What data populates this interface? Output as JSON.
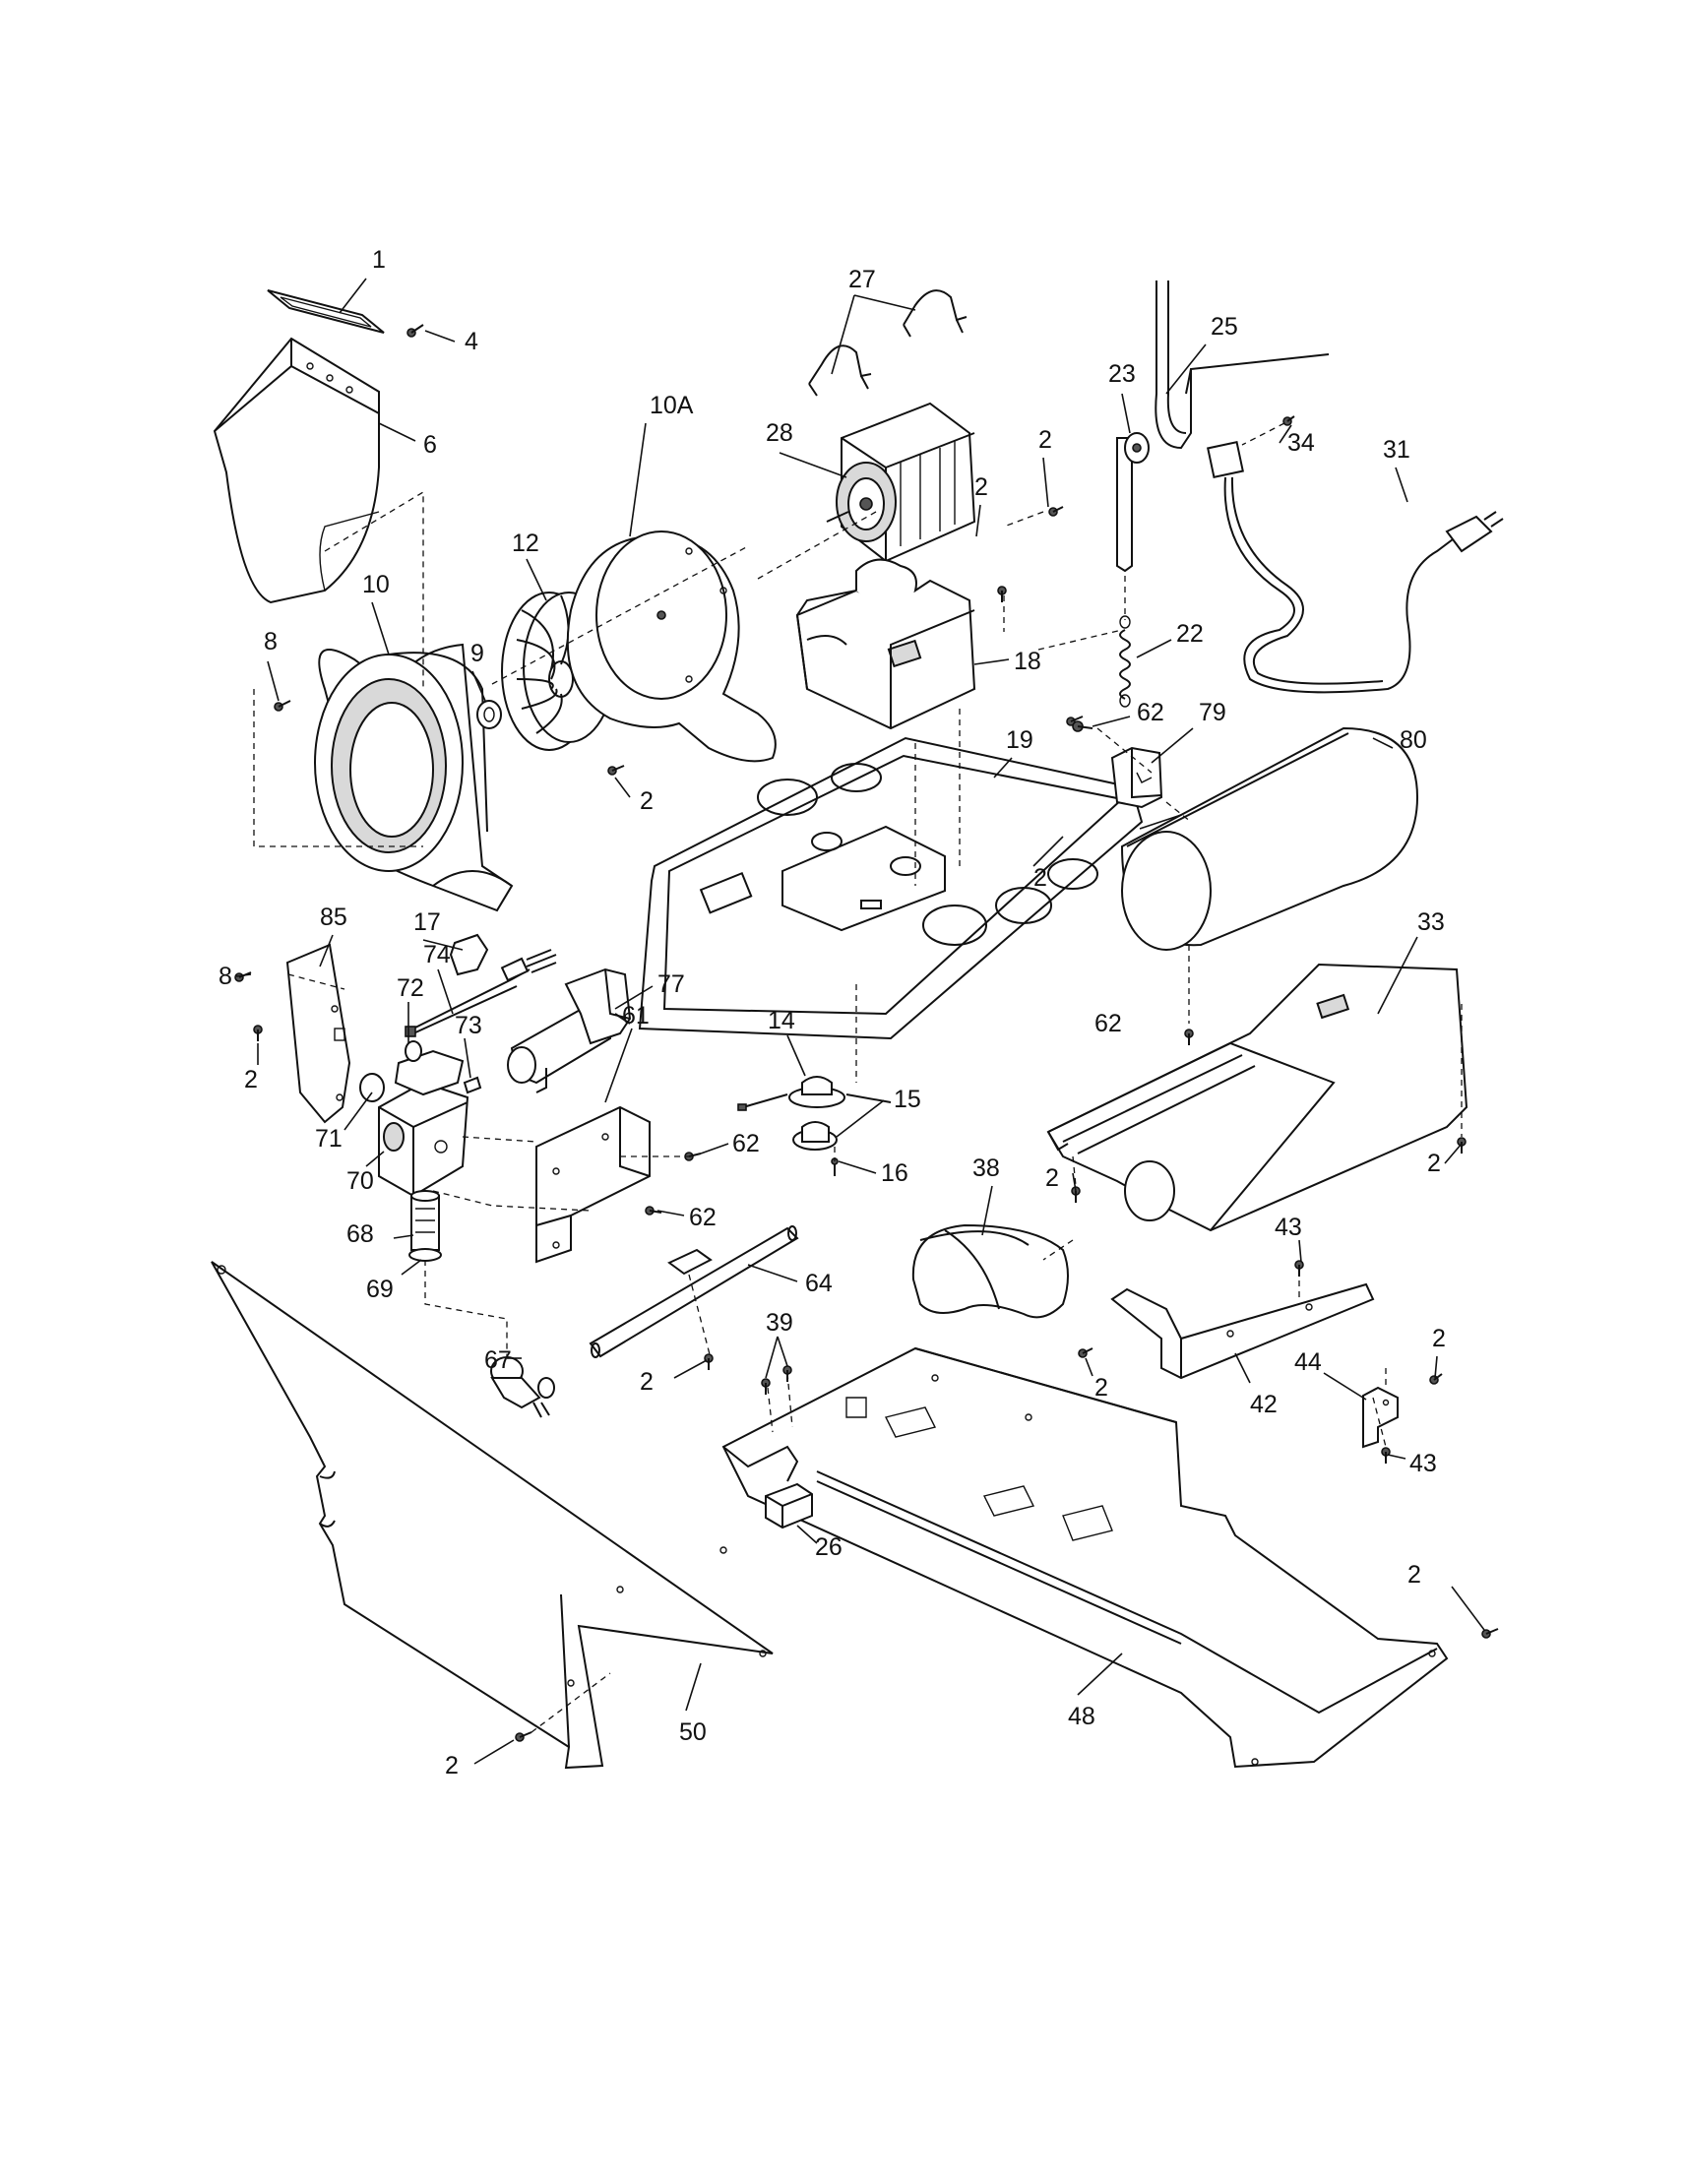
{
  "callouts": [
    {
      "id": "1",
      "label": "1"
    },
    {
      "id": "4",
      "label": "4"
    },
    {
      "id": "6",
      "label": "6"
    },
    {
      "id": "10A",
      "label": "10A"
    },
    {
      "id": "12",
      "label": "12"
    },
    {
      "id": "10",
      "label": "10"
    },
    {
      "id": "8a",
      "label": "8"
    },
    {
      "id": "9",
      "label": "9"
    },
    {
      "id": "2a",
      "label": "2"
    },
    {
      "id": "27",
      "label": "27"
    },
    {
      "id": "28",
      "label": "28"
    },
    {
      "id": "2b",
      "label": "2"
    },
    {
      "id": "2c",
      "label": "2"
    },
    {
      "id": "18",
      "label": "18"
    },
    {
      "id": "25",
      "label": "25"
    },
    {
      "id": "23",
      "label": "23"
    },
    {
      "id": "34",
      "label": "34"
    },
    {
      "id": "31",
      "label": "31"
    },
    {
      "id": "22",
      "label": "22"
    },
    {
      "id": "62a",
      "label": "62"
    },
    {
      "id": "79",
      "label": "79"
    },
    {
      "id": "80",
      "label": "80"
    },
    {
      "id": "19",
      "label": "19"
    },
    {
      "id": "2d",
      "label": "2"
    },
    {
      "id": "85",
      "label": "85"
    },
    {
      "id": "17",
      "label": "17"
    },
    {
      "id": "74",
      "label": "74"
    },
    {
      "id": "8b",
      "label": "8"
    },
    {
      "id": "72",
      "label": "72"
    },
    {
      "id": "73",
      "label": "73"
    },
    {
      "id": "77",
      "label": "77"
    },
    {
      "id": "2e",
      "label": "2"
    },
    {
      "id": "71",
      "label": "71"
    },
    {
      "id": "70",
      "label": "70"
    },
    {
      "id": "61",
      "label": "61"
    },
    {
      "id": "14",
      "label": "14"
    },
    {
      "id": "15",
      "label": "15"
    },
    {
      "id": "62b",
      "label": "62"
    },
    {
      "id": "16",
      "label": "16"
    },
    {
      "id": "62c",
      "label": "62"
    },
    {
      "id": "62d",
      "label": "62"
    },
    {
      "id": "33",
      "label": "33"
    },
    {
      "id": "2f",
      "label": "2"
    },
    {
      "id": "2g",
      "label": "2"
    },
    {
      "id": "38",
      "label": "38"
    },
    {
      "id": "68",
      "label": "68"
    },
    {
      "id": "69",
      "label": "69"
    },
    {
      "id": "64",
      "label": "64"
    },
    {
      "id": "43a",
      "label": "43"
    },
    {
      "id": "39",
      "label": "39"
    },
    {
      "id": "67",
      "label": "67"
    },
    {
      "id": "2h",
      "label": "2"
    },
    {
      "id": "2i",
      "label": "2"
    },
    {
      "id": "2j",
      "label": "2"
    },
    {
      "id": "44",
      "label": "44"
    },
    {
      "id": "42",
      "label": "42"
    },
    {
      "id": "43b",
      "label": "43"
    },
    {
      "id": "26",
      "label": "26"
    },
    {
      "id": "2k",
      "label": "2"
    },
    {
      "id": "48",
      "label": "48"
    },
    {
      "id": "50",
      "label": "50"
    },
    {
      "id": "2l",
      "label": "2"
    }
  ]
}
